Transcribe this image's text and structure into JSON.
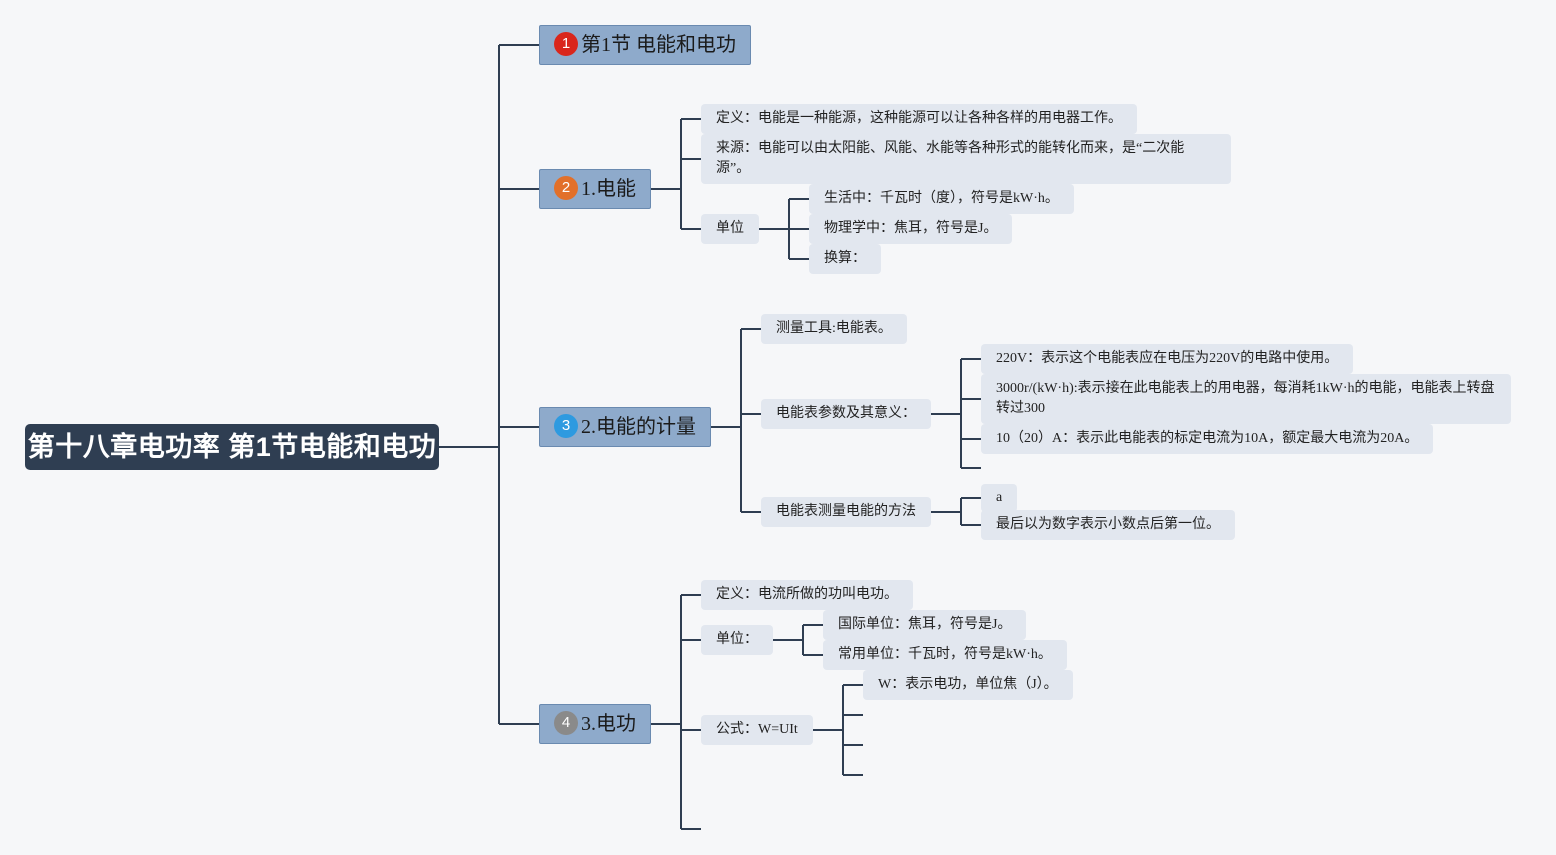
{
  "root": "第十八章电功率 第1节电能和电功",
  "colors": {
    "root_bg": "#2f3e52",
    "main_bg": "#8eaacb",
    "leaf_bg": "#e2e7ef",
    "line": "#2f3e52",
    "badge_1": "#d9261c",
    "badge_2": "#e2702a",
    "badge_3": "#2e9ae0",
    "badge_4": "#8a8a8a"
  },
  "branches": [
    {
      "badge": "1",
      "label": "第1节 电能和电功"
    },
    {
      "badge": "2",
      "label": "1.电能",
      "definition": "定义：电能是一种能源，这种能源可以让各种各样的用电器工作。",
      "source": "来源：电能可以由太阳能、风能、水能等各种形式的能转化而来，是“二次能源”。",
      "unit": {
        "label": "单位",
        "items": [
          "生活中：千瓦时（度），符号是kW·h。",
          "物理学中：焦耳，符号是J。",
          "换算："
        ]
      }
    },
    {
      "badge": "3",
      "label": "2.电能的计量",
      "tool": "测量工具:电能表。",
      "params": {
        "label": "电能表参数及其意义：",
        "items": [
          "220V：表示这个电能表应在电压为220V的电路中使用。",
          "3000r/(kW·h):表示接在此电能表上的用电器，每消耗1kW·h的电能，电能表上转盘转过300",
          "10（20）A：表示此电能表的标定电流为10A，额定最大电流为20A。"
        ]
      },
      "method": {
        "label": "电能表测量电能的方法",
        "items": [
          "a",
          "最后以为数字表示小数点后第一位。"
        ]
      }
    },
    {
      "badge": "4",
      "label": "3.电功",
      "definition": "定义：电流所做的功叫电功。",
      "unit": {
        "label": "单位：",
        "items": [
          "国际单位：焦耳，符号是J。",
          "常用单位：千瓦时，符号是kW·h。"
        ]
      },
      "formula": {
        "label": "公式：W=UIt",
        "items": [
          "W：表示电功，单位焦（J）。"
        ]
      }
    }
  ]
}
